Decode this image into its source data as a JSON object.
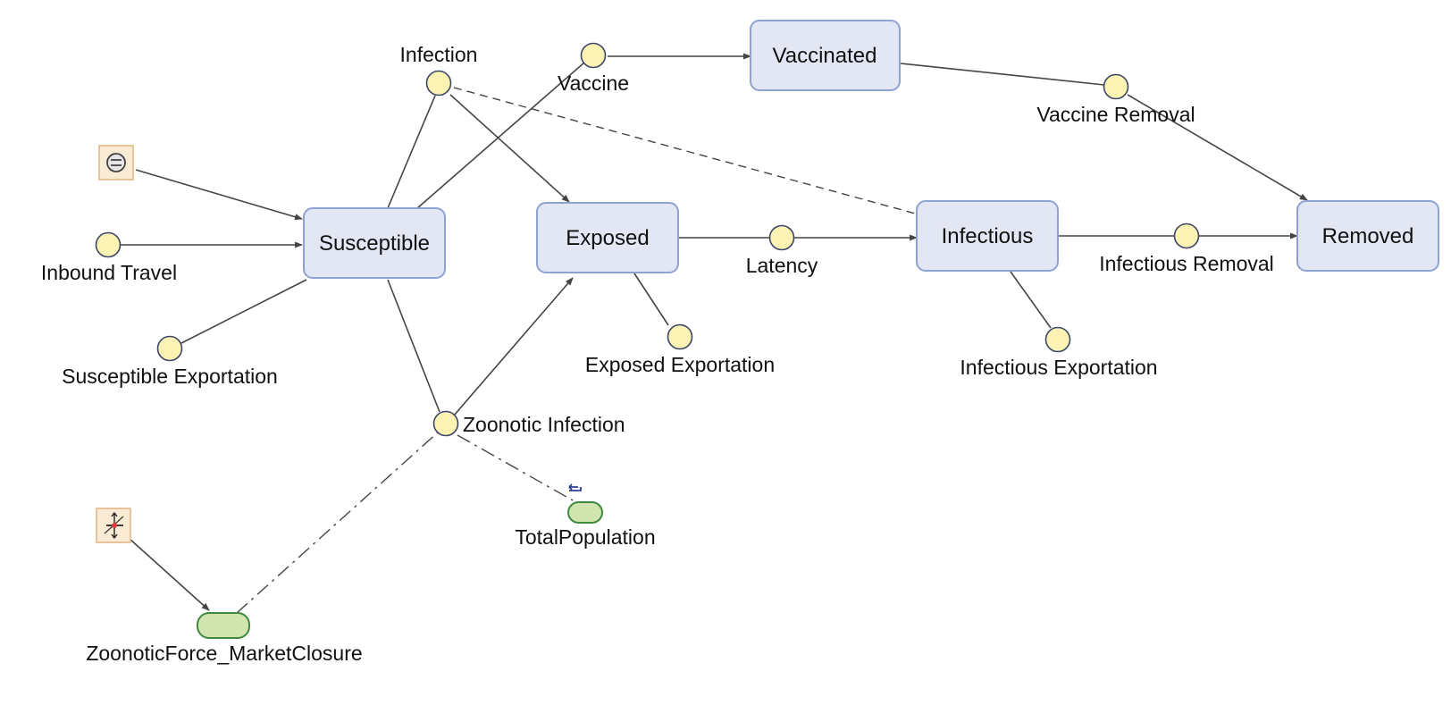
{
  "stocks": {
    "susceptible": "Susceptible",
    "exposed": "Exposed",
    "infectious": "Infectious",
    "vaccinated": "Vaccinated",
    "removed": "Removed"
  },
  "flows": {
    "infection": "Infection",
    "vaccine": "Vaccine",
    "vaccine_removal": "Vaccine Removal",
    "latency": "Latency",
    "infectious_removal": "Infectious Removal",
    "inbound_travel": "Inbound Travel",
    "susceptible_exportation": "Susceptible Exportation",
    "exposed_exportation": "Exposed Exportation",
    "infectious_exportation": "Infectious Exportation",
    "zoonotic_infection": "Zoonotic Infection"
  },
  "auxiliaries": {
    "total_population": "TotalPopulation",
    "zoonotic_force": "ZoonoticForce_MarketClosure"
  },
  "icons": {
    "parameter": "equals-parameter-icon",
    "event": "event-trigger-icon",
    "loop": "loop-arrow-icon"
  },
  "colors": {
    "stock_fill": "#e3e7f4",
    "stock_border": "#8ea2d2",
    "flow_fill": "#fbf2b3",
    "aux_fill": "#d2e4b0",
    "aux_border": "#3f8a3f"
  }
}
